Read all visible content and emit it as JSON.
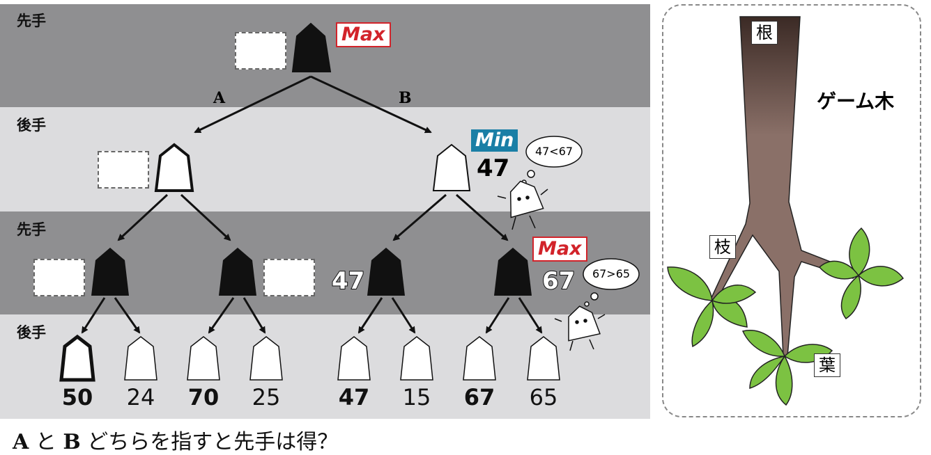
{
  "turn_labels": {
    "first": "先手",
    "second": "後手"
  },
  "tags": {
    "max": "Max",
    "min": "Min"
  },
  "branches": {
    "a": "A",
    "b": "B"
  },
  "values": {
    "min_node": "47",
    "max_left": "47",
    "max_right": "67"
  },
  "comparisons": {
    "upper": "47<67",
    "lower": "67>65"
  },
  "leaves": [
    "50",
    "24",
    "70",
    "25",
    "47",
    "15",
    "67",
    "65"
  ],
  "question": {
    "a": "A",
    "and": "と",
    "b": "B",
    "rest": "どちらを指すと先手は得？"
  },
  "game_tree": {
    "title": "ゲーム木",
    "root": "根",
    "branch": "枝",
    "leaf": "葉"
  },
  "colors": {
    "dark_band": "#8f8f91",
    "light_band": "#dcdcde",
    "max_red": "#d2232a",
    "min_blue": "#1a7fa6",
    "leaf_green": "#7cc242",
    "trunk_brown": "#8a7068"
  }
}
